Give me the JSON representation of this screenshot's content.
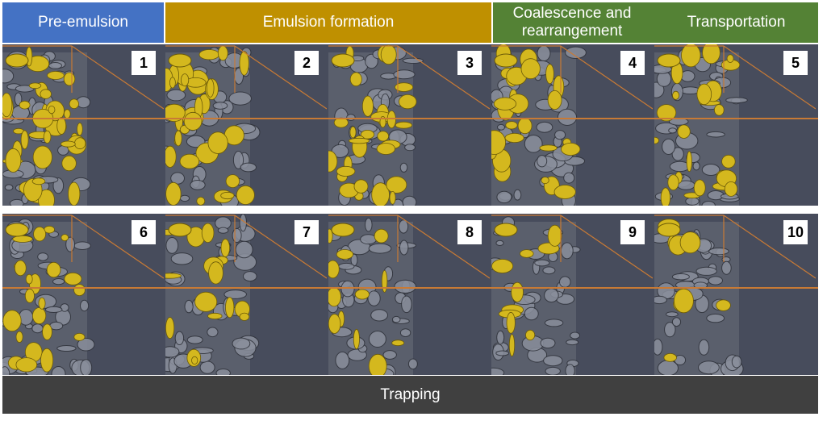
{
  "headers": {
    "pre_emulsion": "Pre-emulsion",
    "emulsion_formation": "Emulsion formation",
    "coalescence": "Coalescence and rearrangement",
    "transportation": "Transportation"
  },
  "footer": {
    "trapping": "Trapping"
  },
  "panels": [
    "1",
    "2",
    "3",
    "4",
    "5",
    "6",
    "7",
    "8",
    "9",
    "10"
  ],
  "colors": {
    "pre_emulsion": "#4472c4",
    "emulsion_formation": "#bf9000",
    "coalescence_transportation": "#548235",
    "trapping": "#404040",
    "background": "#474c5c",
    "oil": "#d4b81e",
    "rock": "#8a8f9c",
    "guide_line": "#c87a35"
  }
}
